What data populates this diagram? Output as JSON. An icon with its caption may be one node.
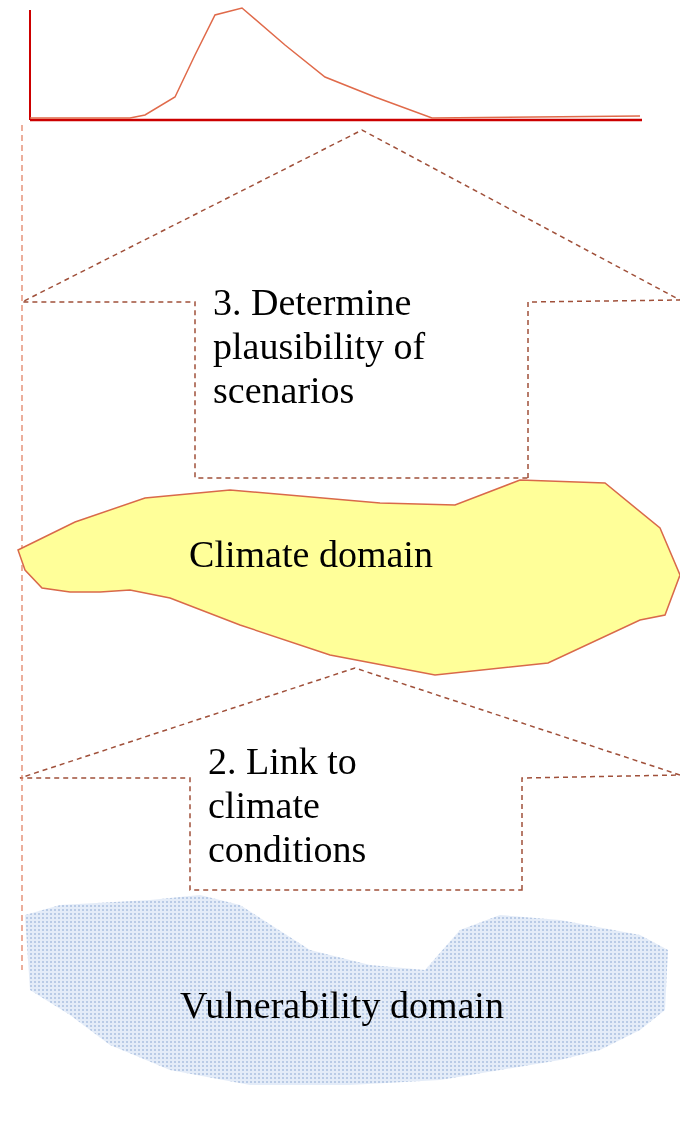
{
  "diagram": {
    "nodes": [
      {
        "text": [],
        "shape": "picture"
      },
      {
        "text": [
          "Climate domain"
        ]
      },
      {
        "text": [
          "Vulnerability domain"
        ]
      }
    ],
    "edges": [
      {
        "from": 1,
        "to": 0,
        "arrow": "to",
        "label": "3. Determine plausibility of scenarios",
        "style": "dashed"
      },
      {
        "from": 2,
        "to": 1,
        "arrow": "to",
        "label": "2. Link to climate conditions",
        "style": "dashed"
      },
      {
        "from": 0,
        "to": 2,
        "arrow": "none",
        "style": "dashed",
        "color": "#e07a5a"
      }
    ]
  }
}
